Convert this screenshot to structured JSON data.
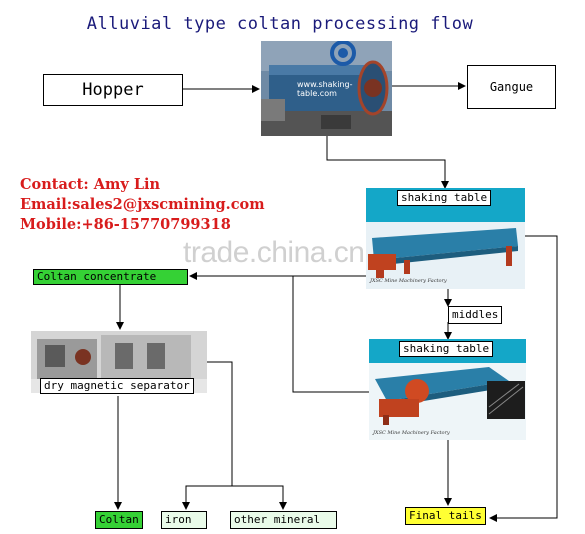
{
  "title": "Alluvial type coltan processing flow",
  "nodes": {
    "hopper": "Hopper",
    "gangue": "Gangue",
    "drum_photo_text": "www.shaking-table.com",
    "shaking_table_1": "shaking table",
    "shaking_table_2": "shaking table",
    "middles": "middles",
    "coltan_concentrate": "Coltan concentrate",
    "dry_magnetic_separator": "dry magnetic separator",
    "coltan": "Coltan",
    "iron": "iron",
    "other_mineral": "other mineral",
    "final_tails": "Final tails",
    "factory_caption_1": "JXSC Mine Machinery Factory",
    "factory_caption_2": "JXSC Mine Machinery Factory"
  },
  "contact": {
    "name": "Contact: Amy Lin",
    "email": "Email:sales2@jxscmining.com",
    "mobile": "Mobile:+86-15770799318"
  },
  "watermark": "trade.china.cn",
  "colors": {
    "title": "#1a1a7a",
    "contact": "#d81c1c",
    "concentrate_green": "#35d135",
    "product_pale": "#e9fbe9",
    "tails_yellow": "#ffff33"
  }
}
